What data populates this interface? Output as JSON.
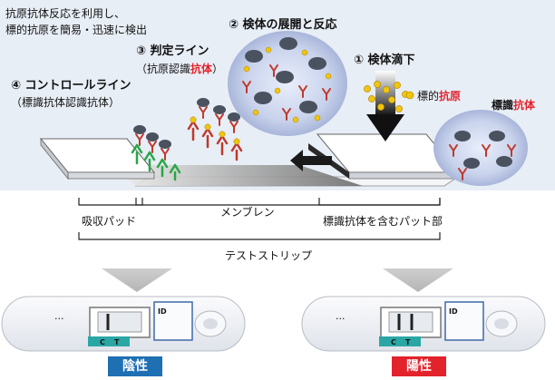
{
  "intro": {
    "line1": "抗原抗体反応を利用し、",
    "line2": "標的抗原を簡易・迅速に検出"
  },
  "steps": {
    "s2": "② 検体の展開と反応",
    "s1": "① 検体滴下",
    "s3": "③ 判定ライン",
    "s3_sub_pre": "（抗原認識",
    "s3_sub_em": "抗体",
    "s3_sub_post": "）",
    "s4": "④ コントロールライン",
    "s4_sub": "（標識抗体認識抗体）"
  },
  "legend": {
    "target_pre": "標的",
    "target_em": "抗原",
    "label_pre": "標識",
    "label_em": "抗体"
  },
  "parts": {
    "absorb": "吸収パッド",
    "membrane": "メンブレン",
    "conjugate": "標識抗体を含むパット部",
    "strip": "テストストリップ"
  },
  "cassettes": {
    "dots": "···",
    "window_c": "C",
    "window_t": "T",
    "id": "ID",
    "negative": "陰性",
    "positive": "陽性"
  },
  "colors": {
    "accent_red": "#e4212b",
    "negative_blue": "#1f6fb3",
    "positive_red": "#e2232b",
    "panel_bg": "#e8eef6",
    "antigen_yellow": "#f1c40f",
    "control_green": "#27a844"
  }
}
